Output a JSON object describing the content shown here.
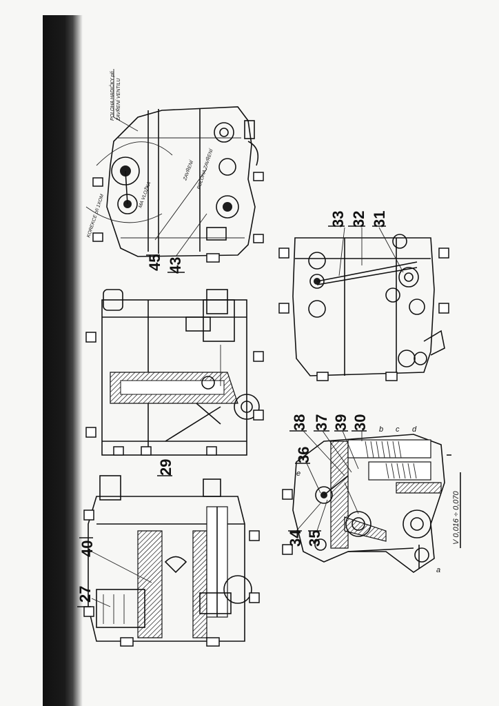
{
  "colors": {
    "paper": "#f7f7f5",
    "ink": "#111111",
    "scan_shadow": "#111111"
  },
  "views": {
    "top_view": {
      "callouts": {
        "c45": "45",
        "c43": "43"
      },
      "notes": {
        "corner_note_1": "POLOHA HADIČKY při",
        "corner_note_2": "ZAVŘENÍ VENTILU",
        "korekce": "KOREKCE při 1XOM",
        "ma_vlozka": "MA VLOŽKA",
        "poloha_zavreni": "POLOHA ZAVŘENÍ",
        "zavreni_small": "ZAVŘENÍ"
      }
    },
    "middle_view": {
      "callouts": {
        "c29": "29"
      }
    },
    "left_view": {
      "callouts": {
        "c40": "40",
        "c27": "27"
      }
    },
    "upper_right_view": {
      "callouts": {
        "c33": "33",
        "c32": "32",
        "c31": "31"
      }
    },
    "lower_right_view": {
      "callouts": {
        "c38": "38",
        "c37": "37",
        "c39": "39",
        "c30": "30",
        "c36": "36",
        "c34": "34",
        "c35": "35"
      },
      "letters": {
        "a": "a",
        "b": "b",
        "c": "c",
        "d": "d",
        "e": "e"
      },
      "tolerance": "V 0,016 ÷ 0,070"
    }
  }
}
